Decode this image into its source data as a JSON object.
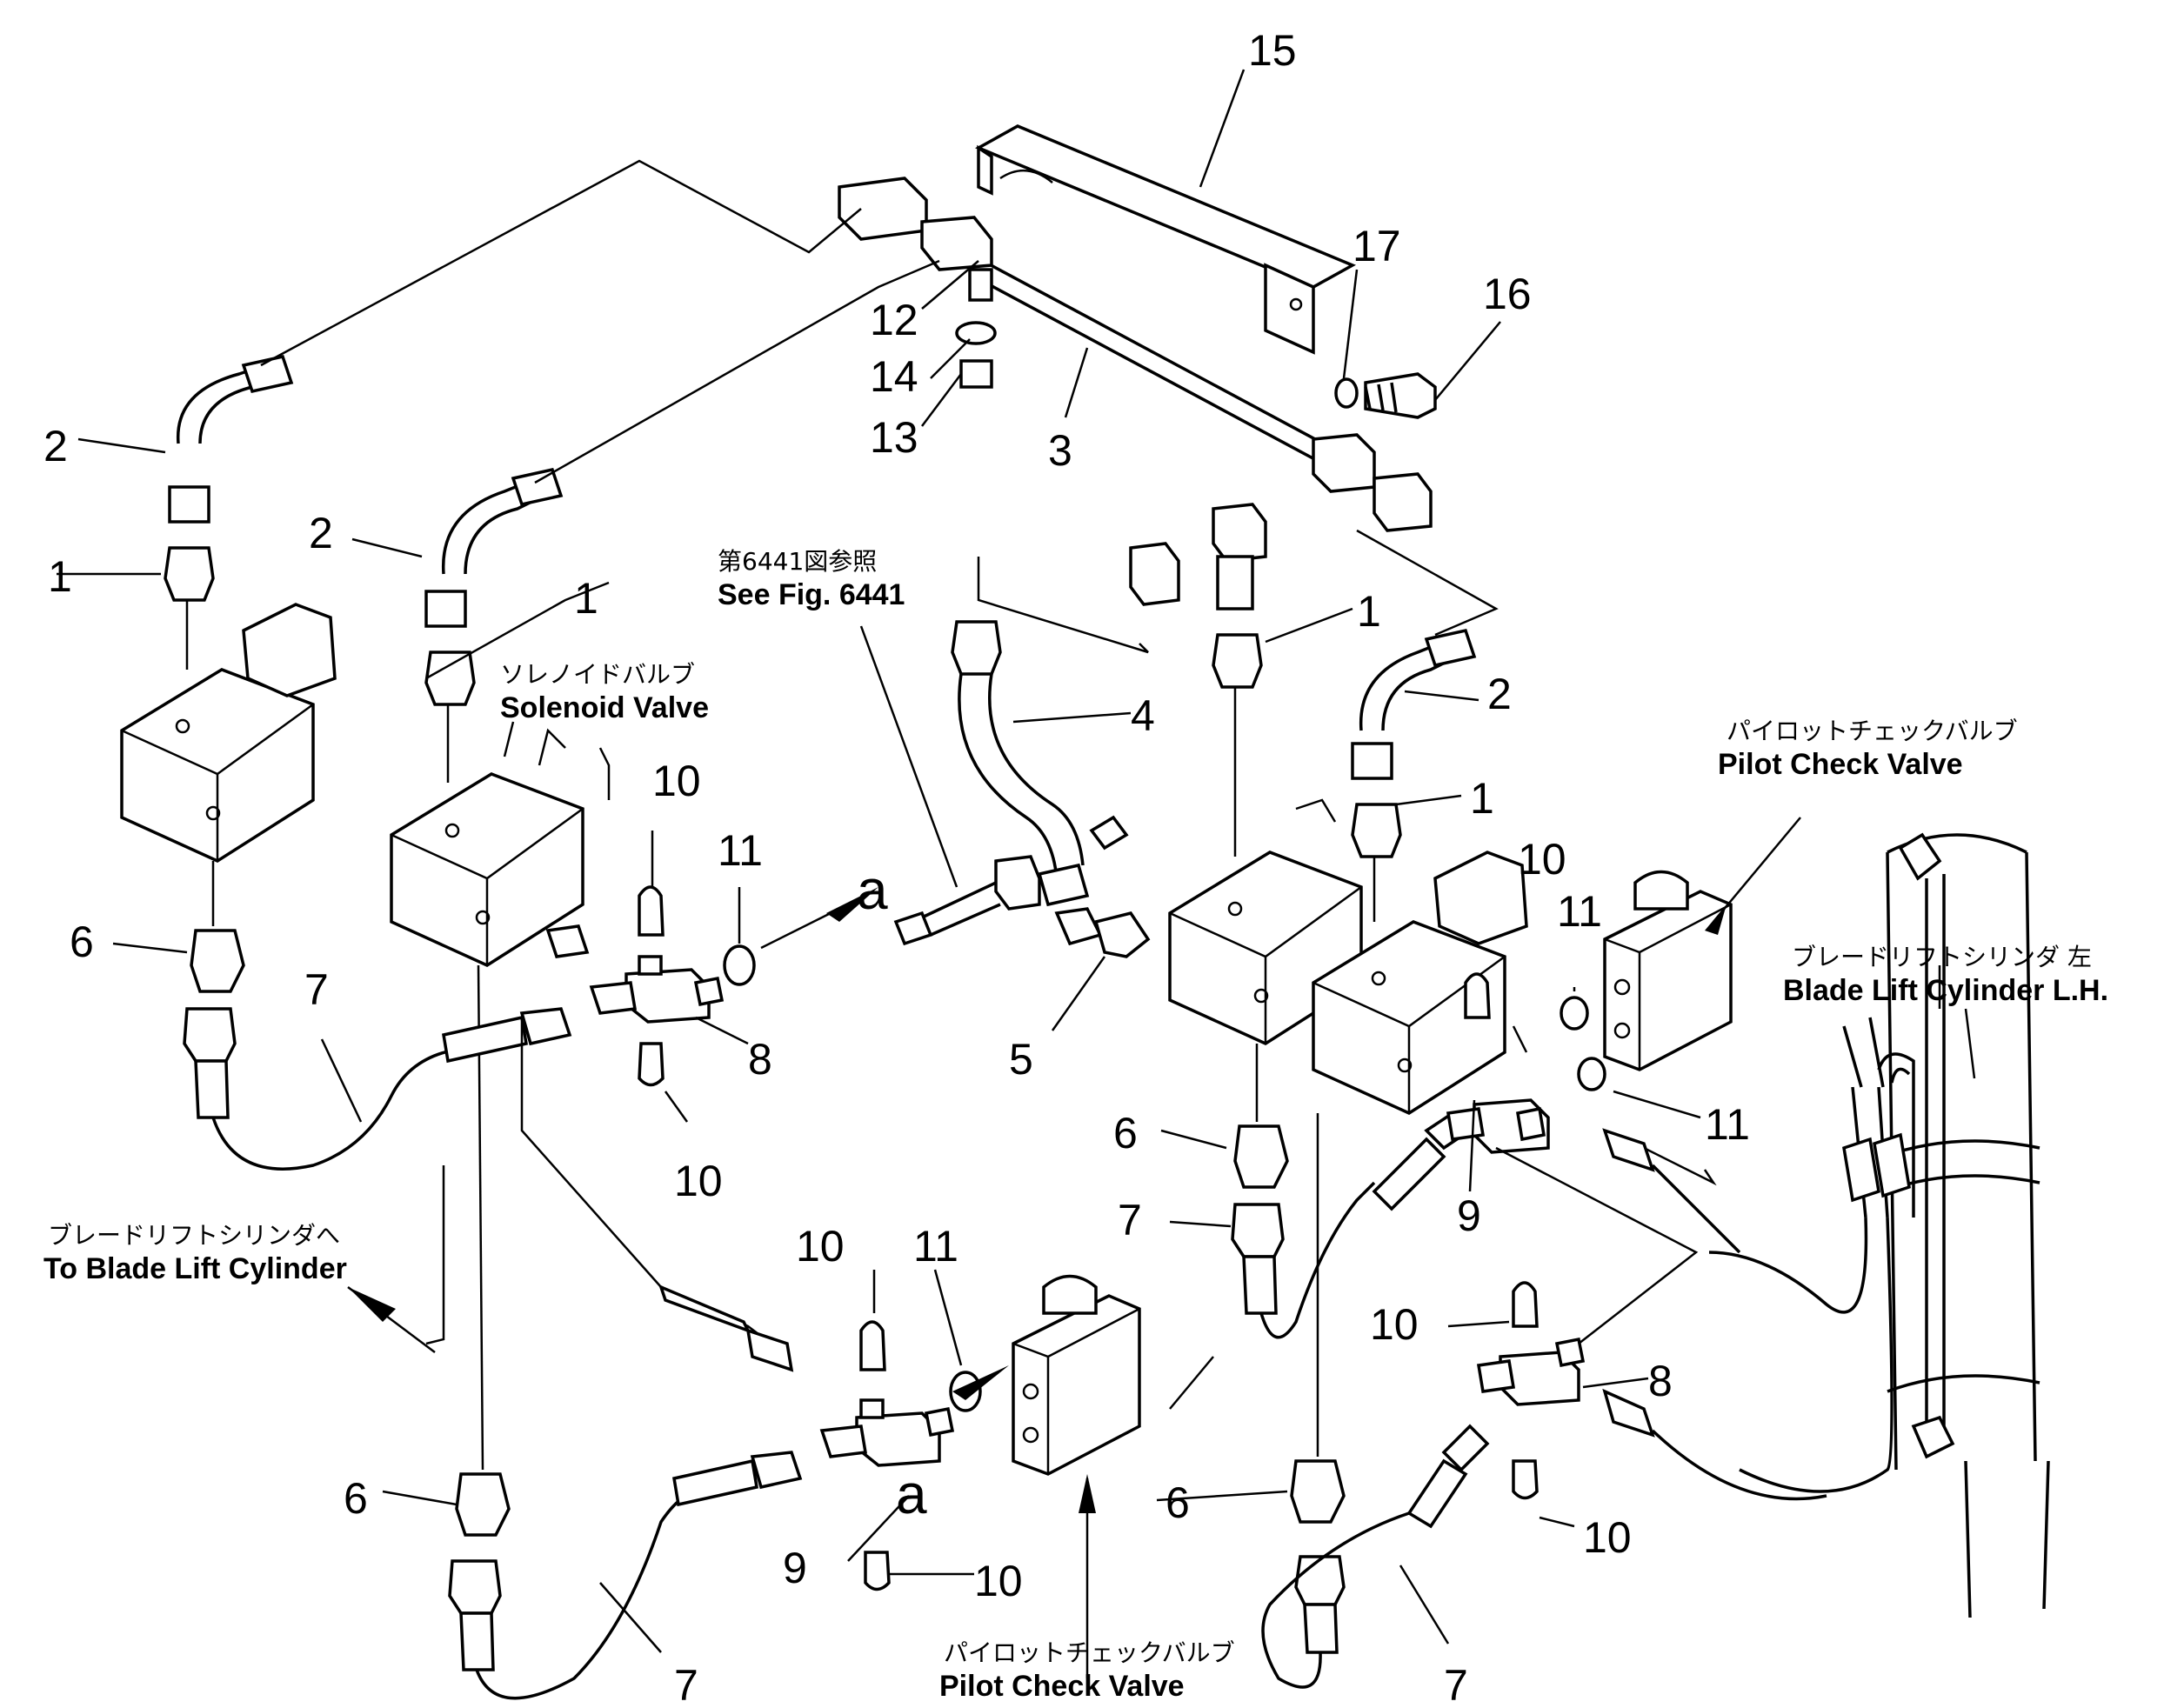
{
  "callouts": {
    "c1": "1",
    "c2": "2",
    "c3": "3",
    "c4": "4",
    "c5": "5",
    "c6": "6",
    "c7": "7",
    "c8": "8",
    "c9": "9",
    "c10": "10",
    "c11": "11",
    "c12": "12",
    "c13": "13",
    "c14": "14",
    "c15": "15",
    "c16": "16",
    "c17": "17",
    "ca": "a"
  },
  "labels": {
    "fig_ref_jp": "第6441図参照",
    "fig_ref_en": "See Fig. 6441",
    "solenoid_jp": "ソレノイドバルブ",
    "solenoid_en": "Solenoid Valve",
    "pilot_jp": "パイロットチェックバルブ",
    "pilot_en": "Pilot Check Valve",
    "blade_lh_jp": "ブレードリフトシリンダ 左",
    "blade_lh_en": "Blade Lift Cylinder L.H.",
    "to_blade_jp": "ブレードリフトシリンダへ",
    "to_blade_en": "To Blade Lift Cylinder"
  }
}
